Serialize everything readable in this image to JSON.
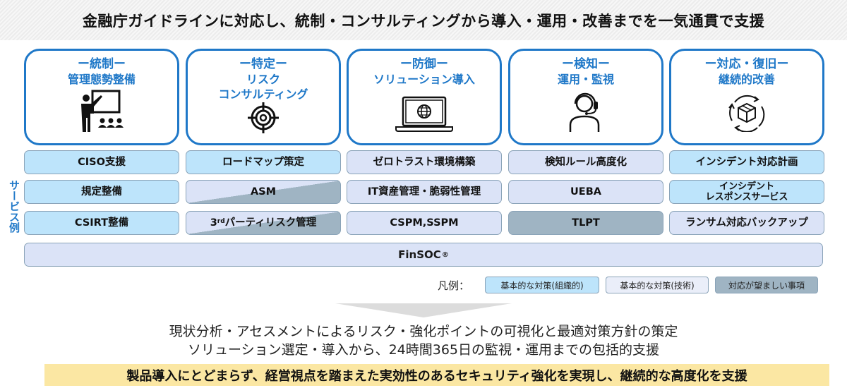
{
  "header": {
    "title": "金融庁ガイドラインに対応し、統制・コンサルティングから導入・運用・改善までを一気通貫で支援"
  },
  "phases": [
    {
      "title": "ー統制ー",
      "subtitle": [
        "管理態勢整備"
      ],
      "icon": "presentation-teacher-icon"
    },
    {
      "title": "ー特定ー",
      "subtitle": [
        "リスク",
        "コンサルティング"
      ],
      "icon": "target-crosshair-icon"
    },
    {
      "title": "ー防御ー",
      "subtitle": [
        "ソリューション導入"
      ],
      "icon": "laptop-globe-icon"
    },
    {
      "title": "ー検知ー",
      "subtitle": [
        "運用・監視"
      ],
      "icon": "operator-headset-icon"
    },
    {
      "title": "ー対応・復旧ー",
      "subtitle": [
        "継続的改善"
      ],
      "icon": "box-cycle-icon"
    }
  ],
  "side_label": "サービス例",
  "services": [
    [
      {
        "label": "CISO支援",
        "type": "organizational"
      },
      {
        "label": "規定整備",
        "type": "organizational"
      },
      {
        "label": "CSIRT整備",
        "type": "organizational"
      }
    ],
    [
      {
        "label": "ロードマップ策定",
        "type": "organizational"
      },
      {
        "label": "ASM",
        "type": "technical+preferred"
      },
      {
        "label_prefix": "3",
        "label_sup": "rd",
        "label": "パーティリスク管理",
        "type": "technical+preferred"
      }
    ],
    [
      {
        "label": "ゼロトラスト環境構築",
        "type": "technical"
      },
      {
        "label": "IT資産管理・脆弱性管理",
        "type": "technical"
      },
      {
        "label": "CSPM,SSPM",
        "type": "technical"
      }
    ],
    [
      {
        "label": "検知ルール高度化",
        "type": "technical"
      },
      {
        "label": "UEBA",
        "type": "technical"
      },
      {
        "label": "TLPT",
        "type": "preferred"
      }
    ],
    [
      {
        "label": "インシデント対応計画",
        "type": "organizational"
      },
      {
        "label_line1": "インシデント",
        "label_line2": "レスポンスサービス",
        "type": "organizational"
      },
      {
        "label": "ランサム対応バックアップ",
        "type": "technical"
      }
    ]
  ],
  "finsoc": {
    "label": "FinSOC",
    "mark": "®"
  },
  "legend": {
    "label": "凡例：",
    "items": [
      {
        "label": "基本的な対策(組織的)",
        "color": "#bde4fb"
      },
      {
        "label": "基本的な対策(技術)",
        "color": "#eaeef9"
      },
      {
        "label": "対応が望ましい事項",
        "color": "#9fb4c3"
      }
    ]
  },
  "summary": {
    "line1": "現状分析・アセスメントによるリスク・強化ポイントの可視化と最適対策方針の策定",
    "line2": "ソリューション選定・導入から、24時間365日の監視・運用までの包括的支援"
  },
  "highlight": "製品導入にとどまらず、経営視点を踏まえた実効性のあるセキュリティ強化を実現し、継続的な高度化を支援",
  "colors": {
    "accent_blue": "#1f78c8",
    "organizational": "#bde4fb",
    "technical": "#dbe3f7",
    "preferred": "#9fb4c3",
    "highlight": "#fbe7a3"
  }
}
